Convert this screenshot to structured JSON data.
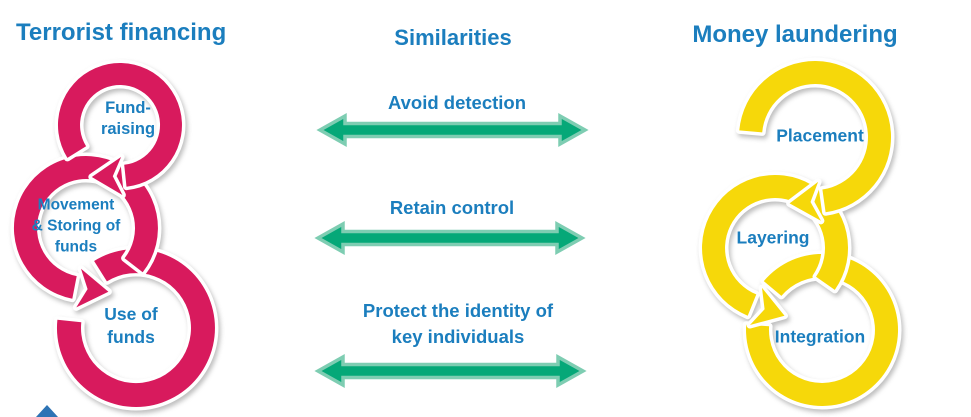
{
  "text_color": "#1B7EBE",
  "left_cycle": {
    "title": "Terrorist financing",
    "color": "#D81A5D",
    "steps": [
      {
        "lines": [
          "Fund-",
          "raising"
        ]
      },
      {
        "lines": [
          "Movement",
          "& Storing of",
          "funds"
        ]
      },
      {
        "lines": [
          "Use of",
          "funds"
        ]
      }
    ]
  },
  "similarities": {
    "title": "Similarities",
    "arrow_color": "#05A878",
    "arrow_border": "#7ECDB2",
    "items": [
      {
        "lines": [
          "Avoid detection"
        ]
      },
      {
        "lines": [
          "Retain control"
        ]
      },
      {
        "lines": [
          "Protect the identity of",
          "key individuals"
        ]
      }
    ]
  },
  "right_cycle": {
    "title": "Money laundering",
    "color": "#F6D80A",
    "steps": [
      {
        "lines": [
          "Placement"
        ]
      },
      {
        "lines": [
          "Layering"
        ]
      },
      {
        "lines": [
          "Integration"
        ]
      }
    ]
  },
  "decoration": {
    "bottom_arrow_color": "#2E74B5"
  }
}
